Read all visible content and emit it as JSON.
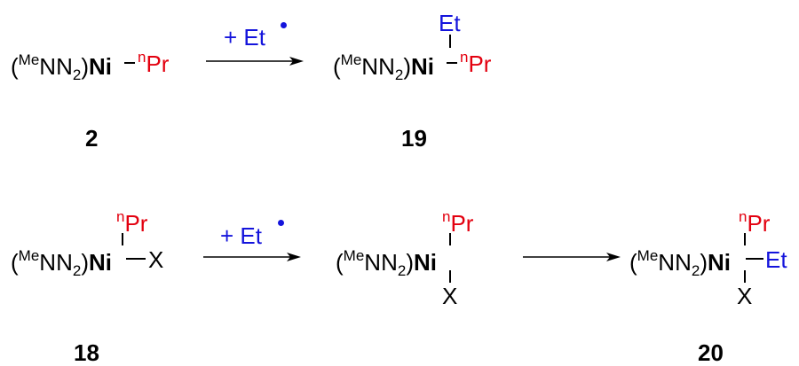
{
  "colors": {
    "red": "#e3000f",
    "blue": "#1414dc",
    "black": "#000000"
  },
  "ligand": {
    "open": "(",
    "me": "Me",
    "nn": "NN",
    "two": "2",
    "close": ")",
    "ni": "Ni"
  },
  "groups": {
    "npr_n": "n",
    "npr_pr": "Pr",
    "et": "Et",
    "x": "X"
  },
  "reagent": {
    "text": "+ Et"
  },
  "labels": {
    "c2": "2",
    "c19": "19",
    "c18": "18",
    "c20": "20"
  }
}
